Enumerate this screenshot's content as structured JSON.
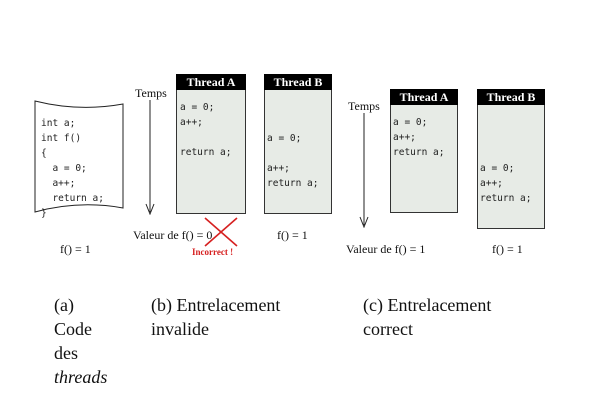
{
  "code_a": {
    "lines": [
      "int a;",
      "int f()",
      "{",
      "  a = 0;",
      "  a++;",
      "  return a;",
      "}"
    ],
    "result": "f() = 1"
  },
  "panel_b": {
    "time_label": "Temps",
    "thread_a": {
      "title": "Thread A",
      "lines": [
        "a = 0;",
        "a++;",
        "",
        "return a;"
      ]
    },
    "thread_b": {
      "title": "Thread B",
      "lines": [
        "a = 0;",
        "",
        "a++;",
        "return a;"
      ]
    },
    "value_label": "Valeur de f() = 0",
    "error_label": "Incorrect !",
    "result_b": "f() = 1"
  },
  "panel_c": {
    "time_label": "Temps",
    "thread_a": {
      "title": "Thread A",
      "lines": [
        "a = 0;",
        "a++;",
        "return a;"
      ]
    },
    "thread_b": {
      "title": "Thread B",
      "lines": [
        "a = 0;",
        "a++;",
        "return a;"
      ]
    },
    "value_label": "Valeur de f() = 1",
    "result_b": "f() = 1"
  },
  "captions": {
    "a": [
      "(a)",
      "Code",
      "des",
      "threads"
    ],
    "b": [
      "(b) Entrelacement",
      "invalide"
    ],
    "c": [
      "(c) Entrelacement",
      "correct"
    ]
  },
  "colors": {
    "thread_bg": "#e7ebe6",
    "error": "#d62020"
  }
}
